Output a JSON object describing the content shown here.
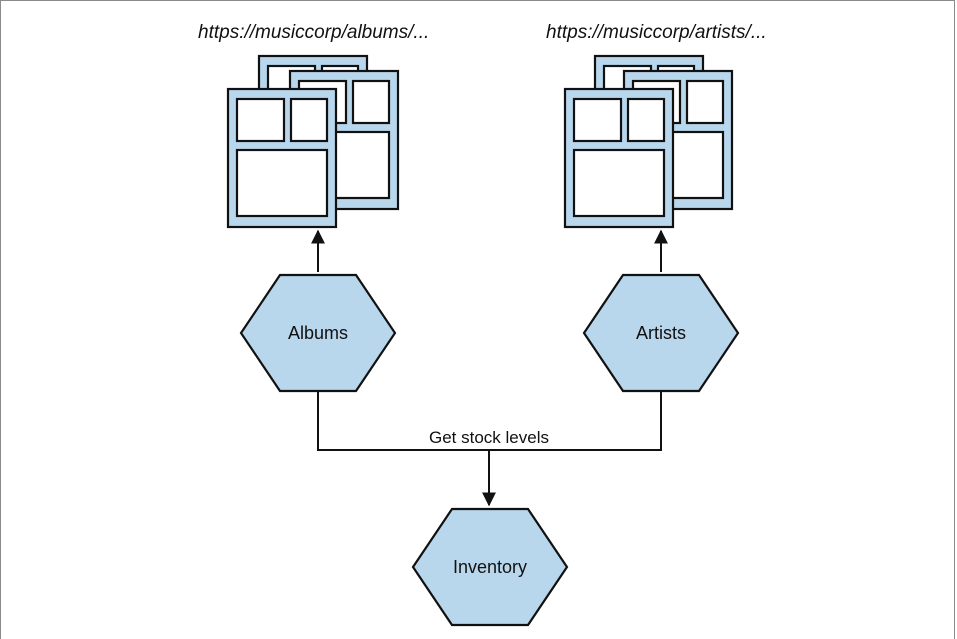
{
  "urls": {
    "albums": "https://musiccorp/albums/...",
    "artists": "https://musiccorp/artists/..."
  },
  "nodes": {
    "albums": "Albums",
    "artists": "Artists",
    "inventory": "Inventory"
  },
  "edges": {
    "stock_call": "Get stock levels"
  },
  "colors": {
    "fill": "#b8d6ec",
    "stroke": "#111111"
  }
}
